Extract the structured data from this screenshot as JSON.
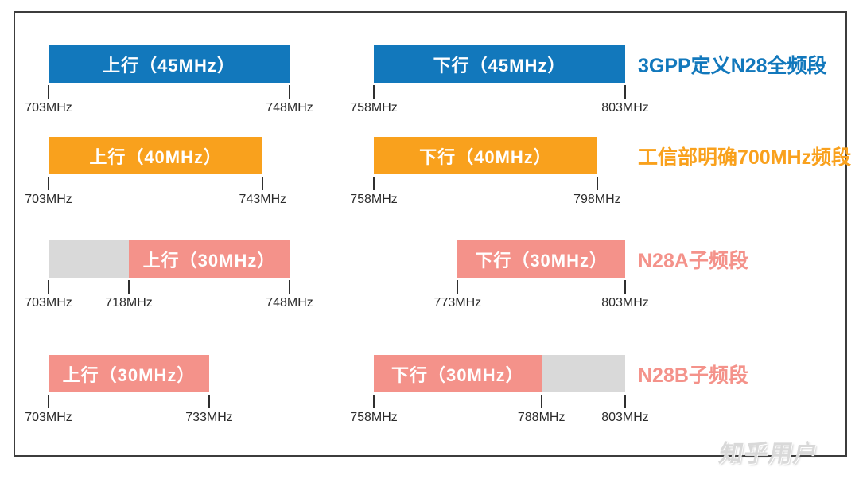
{
  "page": {
    "background": "#ffffff",
    "frame_border_color": "#3c3c3c",
    "watermark": {
      "text": "知乎用户",
      "color": "#d9d9d9"
    }
  },
  "colors": {
    "blue": "#1278BC",
    "orange": "#F9A11D",
    "pink": "#F4928A",
    "gray": "#D9D9D9",
    "tick": "#2f2f2f",
    "freq_text": "#2b2b2b",
    "bar_text": "#ffffff"
  },
  "chart_data": {
    "type": "bar",
    "unit": "MHz",
    "uplink_axis_range": [
      703,
      748
    ],
    "downlink_axis_range": [
      758,
      803
    ],
    "rows": [
      {
        "id": "3gpp-n28-full",
        "segments": [
          {
            "side": "up",
            "start": 703,
            "end": 748,
            "bandwidth_mhz": 45,
            "color": "blue",
            "label": "上行（45MHz）"
          },
          {
            "side": "down",
            "start": 758,
            "end": 803,
            "bandwidth_mhz": 45,
            "color": "blue",
            "label": "下行（45MHz）"
          }
        ],
        "ticks": [
          {
            "side": "up",
            "mhz": 703,
            "label": "703MHz"
          },
          {
            "side": "up",
            "mhz": 748,
            "label": "748MHz"
          },
          {
            "side": "down",
            "mhz": 758,
            "label": "758MHz"
          },
          {
            "side": "down",
            "mhz": 803,
            "label": "803MHz"
          }
        ],
        "caption": {
          "text": "3GPP定义N28全频段",
          "color": "blue"
        }
      },
      {
        "id": "miit-700mhz",
        "segments": [
          {
            "side": "up",
            "start": 703,
            "end": 743,
            "bandwidth_mhz": 40,
            "color": "orange",
            "label": "上行（40MHz）"
          },
          {
            "side": "down",
            "start": 758,
            "end": 798,
            "bandwidth_mhz": 40,
            "color": "orange",
            "label": "下行（40MHz）"
          }
        ],
        "ticks": [
          {
            "side": "up",
            "mhz": 703,
            "label": "703MHz"
          },
          {
            "side": "up",
            "mhz": 743,
            "label": "743MHz"
          },
          {
            "side": "down",
            "mhz": 758,
            "label": "758MHz"
          },
          {
            "side": "down",
            "mhz": 798,
            "label": "798MHz"
          }
        ],
        "caption": {
          "text": "工信部明确700MHz频段",
          "color": "orange"
        }
      },
      {
        "id": "n28a",
        "segments": [
          {
            "side": "up",
            "start": 703,
            "end": 718,
            "bandwidth_mhz": 15,
            "color": "gray",
            "label": ""
          },
          {
            "side": "up",
            "start": 718,
            "end": 748,
            "bandwidth_mhz": 30,
            "color": "pink",
            "label": "上行（30MHz）"
          },
          {
            "side": "down",
            "start": 773,
            "end": 803,
            "bandwidth_mhz": 30,
            "color": "pink",
            "label": "下行（30MHz）"
          }
        ],
        "ticks": [
          {
            "side": "up",
            "mhz": 703,
            "label": "703MHz"
          },
          {
            "side": "up",
            "mhz": 718,
            "label": "718MHz"
          },
          {
            "side": "up",
            "mhz": 748,
            "label": "748MHz"
          },
          {
            "side": "down",
            "mhz": 773,
            "label": "773MHz"
          },
          {
            "side": "down",
            "mhz": 803,
            "label": "803MHz"
          }
        ],
        "caption": {
          "text": "N28A子频段",
          "color": "pink"
        }
      },
      {
        "id": "n28b",
        "segments": [
          {
            "side": "up",
            "start": 703,
            "end": 733,
            "bandwidth_mhz": 30,
            "color": "pink",
            "label": "上行（30MHz）"
          },
          {
            "side": "down",
            "start": 758,
            "end": 788,
            "bandwidth_mhz": 30,
            "color": "pink",
            "label": "下行（30MHz）"
          },
          {
            "side": "down",
            "start": 788,
            "end": 803,
            "bandwidth_mhz": 15,
            "color": "gray",
            "label": ""
          }
        ],
        "ticks": [
          {
            "side": "up",
            "mhz": 703,
            "label": "703MHz"
          },
          {
            "side": "up",
            "mhz": 733,
            "label": "733MHz"
          },
          {
            "side": "down",
            "mhz": 758,
            "label": "758MHz"
          },
          {
            "side": "down",
            "mhz": 788,
            "label": "788MHz"
          },
          {
            "side": "down",
            "mhz": 803,
            "label": "803MHz"
          }
        ],
        "caption": {
          "text": "N28B子频段",
          "color": "pink"
        }
      }
    ]
  }
}
